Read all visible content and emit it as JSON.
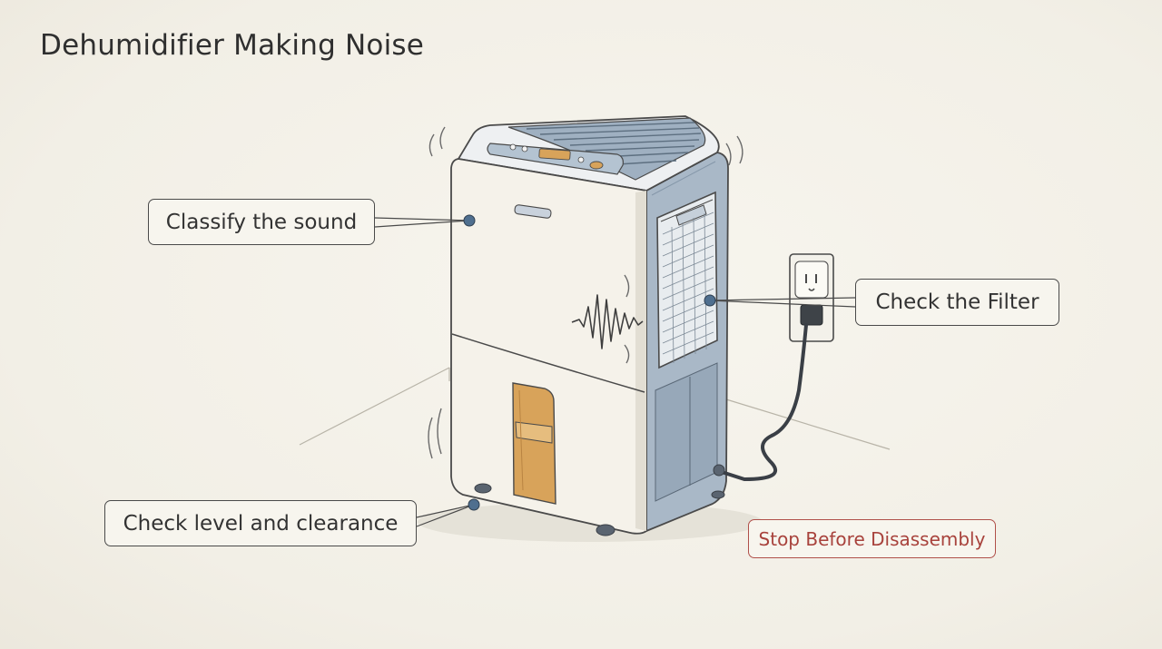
{
  "title": "Dehumidifier Making Noise",
  "callouts": {
    "classify_sound": "Classify the sound",
    "check_filter": "Check the Filter",
    "check_level": "Check level and clearance",
    "stop_disassembly": "Stop Before Disassembly"
  },
  "colors": {
    "body": "#f5f2ea",
    "side_panel": "#a9b8c7",
    "accent_orange": "#d8a35a",
    "warning_red": "#a8423c",
    "ink": "#4a4a4a",
    "marker_dot": "#4f6f8f"
  }
}
